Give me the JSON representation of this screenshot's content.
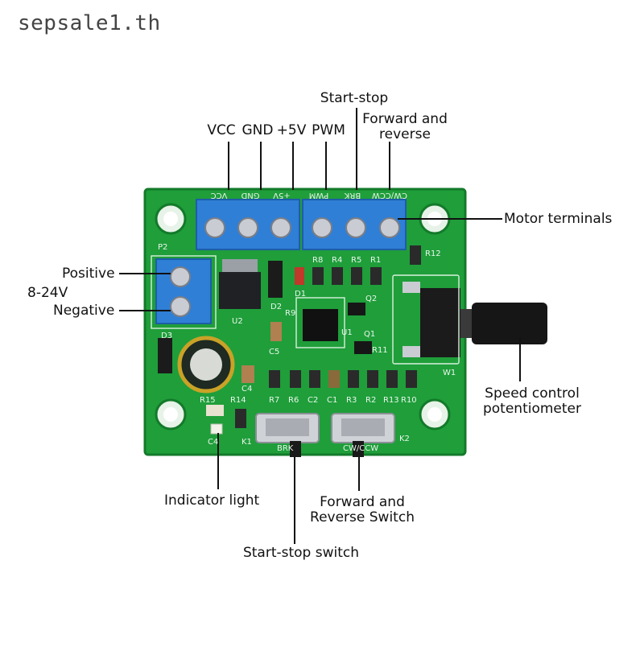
{
  "watermark": "sepsale1.th",
  "colors": {
    "pcb": "#1f9e3a",
    "pcb_dark": "#137a2a",
    "terminal_block": "#2f7fd6",
    "screw": "#c9ccd2",
    "text": "#111111"
  },
  "callouts": {
    "vcc": "VCC",
    "gnd": "GND",
    "plus5v": "+5V",
    "pwm": "PWM",
    "start_stop": "Start-stop",
    "forward_reverse": "Forward and\nreverse",
    "motor_terminals": "Motor terminals",
    "positive": "Positive",
    "voltage": "8-24V",
    "negative": "Negative",
    "speed_control": "Speed control\npotentiometer",
    "indicator_light": "Indicator light",
    "forward_reverse_switch": "Forward and\nReverse Switch",
    "start_stop_switch": "Start-stop switch"
  },
  "silkscreen": {
    "top_pins": [
      "VCC",
      "GND",
      "+5V",
      "PWM",
      "BRK",
      "CW/CCW"
    ],
    "components": [
      "P2",
      "D3",
      "U2",
      "D2",
      "D1",
      "R8",
      "R4",
      "R5",
      "R1",
      "R12",
      "R9",
      "Q2",
      "U1",
      "Q1",
      "R11",
      "C5",
      "C4",
      "R7",
      "R6",
      "C2",
      "C1",
      "R3",
      "R2",
      "R13",
      "R10",
      "R15",
      "R14",
      "C4",
      "K1",
      "K2",
      "W1",
      "BRK",
      "CW/CCW"
    ]
  }
}
